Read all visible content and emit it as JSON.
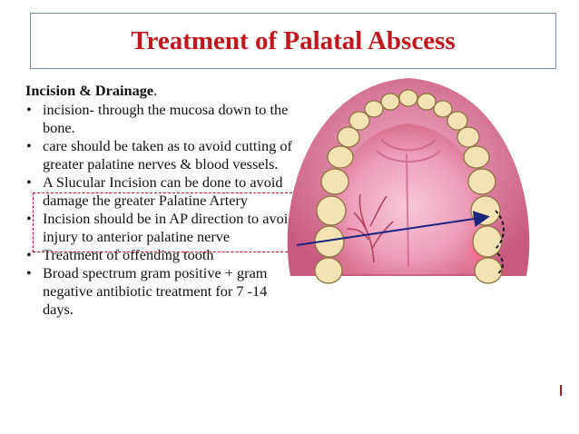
{
  "slide": {
    "title": "Treatment of Palatal Abscess",
    "heading": "Incision & Drainage",
    "heading_suffix": ".",
    "bullets": [
      "incision- through the mucosa down to the bone.",
      "care should be taken as to avoid cutting of greater palatine nerves & blood vessels.",
      "A Slucular Incision can be done to avoid damage the greater Palatine Artery",
      "Incision should be in AP direction to avoid injury to anterior palatine nerve",
      "Treatment of offending tooth",
      "Broad spectrum gram positive + gram negative antibiotic treatment for 7 -14 days."
    ]
  },
  "colors": {
    "title": "#c0161c",
    "highlight_border": "#c0161c",
    "arrow": "#1a237e",
    "palate": "#e48fb1"
  }
}
